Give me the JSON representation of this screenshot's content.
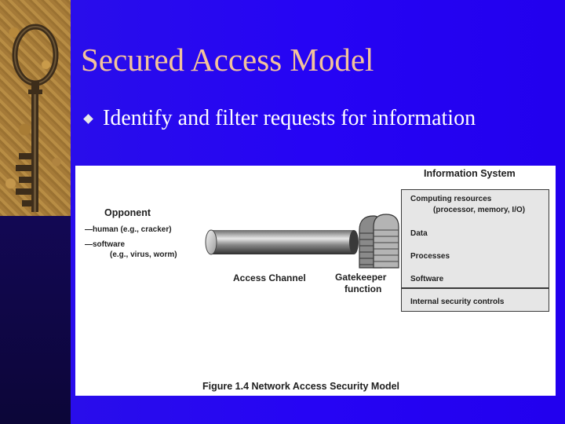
{
  "slide": {
    "title": "Secured Access Model",
    "bullets": [
      {
        "text": "Identify and filter requests for information"
      }
    ]
  },
  "figure": {
    "system_title": "Information System",
    "opponent": {
      "heading": "Opponent",
      "items": [
        "—human (e.g., cracker)",
        "—software",
        "(e.g., virus, worm)"
      ]
    },
    "channel_label": "Access Channel",
    "gatekeeper_label_line1": "Gatekeeper",
    "gatekeeper_label_line2": "function",
    "info_items": {
      "computing_resources": "Computing resources",
      "computing_detail": "(processor, memory, I/O)",
      "data": "Data",
      "processes": "Processes",
      "software": "Software",
      "internal_controls": "Internal security controls"
    },
    "caption": "Figure 1.4 Network Access Security Model"
  },
  "colors": {
    "background": "#2000f8",
    "title": "#f3c39b",
    "text": "#ffffff",
    "figure_background": "#ffffff"
  },
  "icons": [
    "key-image",
    "diamond-bullet-icon",
    "cylinder-channel",
    "gatekeeper-icon"
  ]
}
